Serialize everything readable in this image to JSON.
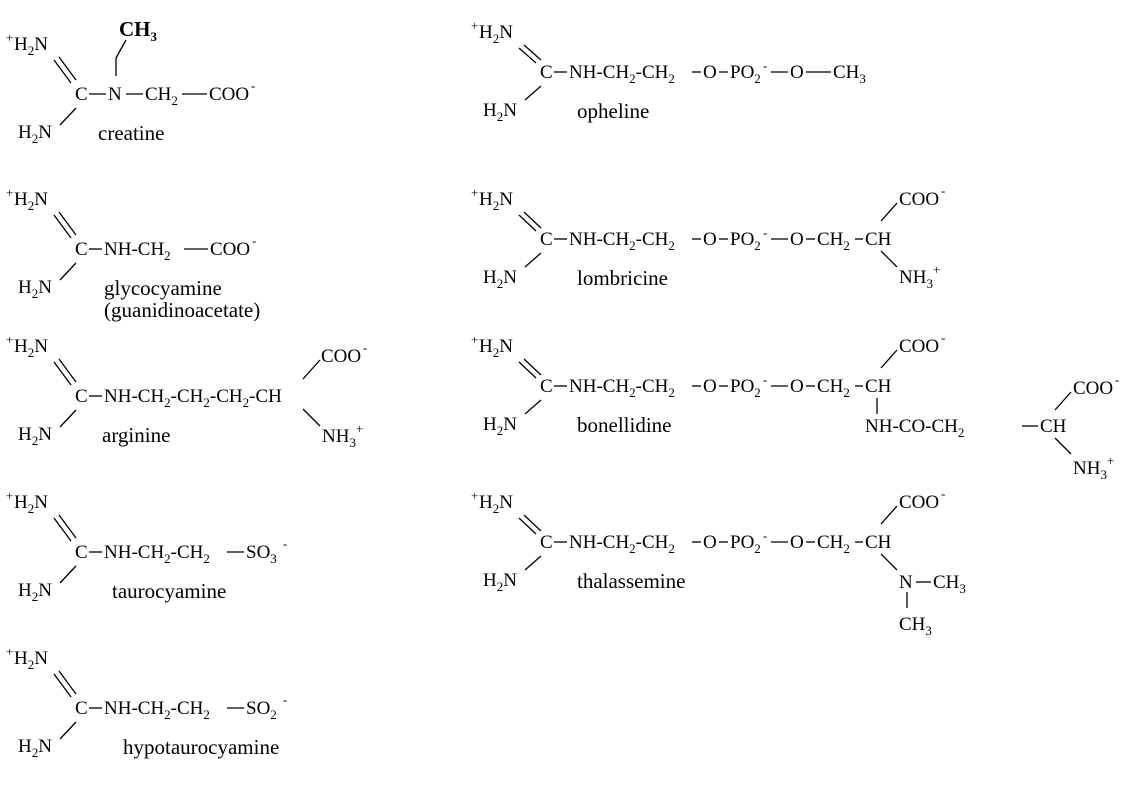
{
  "molecules": {
    "creatine": {
      "name": "creatine",
      "plus": "+",
      "top_amine": "H",
      "top_amine_sub": "2",
      "top_amine_tail": "N",
      "bottom_amine": "H",
      "bottom_amine_sub": "2",
      "bottom_amine_tail": "N",
      "carbon": "C",
      "n_atom": "N",
      "methyl": "CH",
      "methyl_sub": "3",
      "ch2": "CH",
      "ch2_sub": "2",
      "coo": "COO",
      "charge": "-"
    },
    "glycocyamine": {
      "name": "glycocyamine",
      "alt_name": "(guanidinoacetate)",
      "plus": "+",
      "top_amine": "H",
      "top_amine_sub": "2",
      "top_amine_tail": "N",
      "bottom_amine": "H",
      "bottom_amine_sub": "2",
      "bottom_amine_tail": "N",
      "carbon": "C",
      "chain_a": "NH-CH",
      "chain_a_sub": "2",
      "coo": "COO",
      "charge": "-"
    },
    "arginine": {
      "name": "arginine",
      "plus": "+",
      "top_amine": "H",
      "top_amine_sub": "2",
      "top_amine_tail": "N",
      "bottom_amine": "H",
      "bottom_amine_sub": "2",
      "bottom_amine_tail": "N",
      "carbon": "C",
      "chain_a": "NH-CH",
      "chain_sub": "2",
      "chain_b": "-CH",
      "chain_c": "-CH",
      "chain_d": "-CH",
      "coo": "COO",
      "charge": "-",
      "nh3": "NH",
      "nh3_sub": "3",
      "nh3_plus": "+"
    },
    "taurocyamine": {
      "name": "taurocyamine",
      "plus": "+",
      "top_amine": "H",
      "top_amine_sub": "2",
      "top_amine_tail": "N",
      "bottom_amine": "H",
      "bottom_amine_sub": "2",
      "bottom_amine_tail": "N",
      "carbon": "C",
      "chain_a": "NH-CH",
      "chain_sub": "2",
      "chain_b": "-CH",
      "so": "SO",
      "so_sub": "3",
      "charge": "-"
    },
    "hypotaurocyamine": {
      "name": "hypotaurocyamine",
      "plus": "+",
      "top_amine": "H",
      "top_amine_sub": "2",
      "top_amine_tail": "N",
      "bottom_amine": "H",
      "bottom_amine_sub": "2",
      "bottom_amine_tail": "N",
      "carbon": "C",
      "chain_a": "NH-CH",
      "chain_sub": "2",
      "chain_b": "-CH",
      "so": "SO",
      "so_sub": "2",
      "charge": "-"
    },
    "opheline": {
      "name": "opheline",
      "plus": "+",
      "top_amine": "H",
      "top_amine_sub": "2",
      "top_amine_tail": "N",
      "bottom_amine": "H",
      "bottom_amine_sub": "2",
      "bottom_amine_tail": "N",
      "carbon": "C",
      "chain_a": "NH-CH",
      "chain_sub": "2",
      "chain_b": "-CH",
      "o1": "O",
      "po": "PO",
      "po_sub": "2",
      "charge": "-",
      "o2": "O",
      "ch3": "CH",
      "ch3_sub": "3"
    },
    "lombricine": {
      "name": "lombricine",
      "plus": "+",
      "top_amine": "H",
      "top_amine_sub": "2",
      "top_amine_tail": "N",
      "bottom_amine": "H",
      "bottom_amine_sub": "2",
      "bottom_amine_tail": "N",
      "carbon": "C",
      "chain_a": "NH-CH",
      "chain_sub": "2",
      "chain_b": "-CH",
      "o1": "O",
      "po": "PO",
      "po_sub": "2",
      "charge": "-",
      "o2": "O",
      "ch2": "CH",
      "ch2_sub": "2",
      "ch": "CH",
      "coo": "COO",
      "nh3": "NH",
      "nh3_sub": "3",
      "nh3_plus": "+"
    },
    "bonellidine": {
      "name": "bonellidine",
      "plus": "+",
      "top_amine": "H",
      "top_amine_sub": "2",
      "top_amine_tail": "N",
      "bottom_amine": "H",
      "bottom_amine_sub": "2",
      "bottom_amine_tail": "N",
      "carbon": "C",
      "chain_a": "NH-CH",
      "chain_sub": "2",
      "chain_b": "-CH",
      "o1": "O",
      "po": "PO",
      "po_sub": "2",
      "charge": "-",
      "o2": "O",
      "ch2": "CH",
      "ch2_sub": "2",
      "ch": "CH",
      "coo": "COO",
      "nhco": "NH-CO-CH",
      "nhco_sub": "2",
      "ch_b": "CH",
      "coo_b": "COO",
      "nh3": "NH",
      "nh3_sub": "3",
      "nh3_plus": "+"
    },
    "thalassemine": {
      "name": "thalassemine",
      "plus": "+",
      "top_amine": "H",
      "top_amine_sub": "2",
      "top_amine_tail": "N",
      "bottom_amine": "H",
      "bottom_amine_sub": "2",
      "bottom_amine_tail": "N",
      "carbon": "C",
      "chain_a": "NH-CH",
      "chain_sub": "2",
      "chain_b": "-CH",
      "o1": "O",
      "po": "PO",
      "po_sub": "2",
      "charge": "-",
      "o2": "O",
      "ch2": "CH",
      "ch2_sub": "2",
      "ch": "CH",
      "coo": "COO",
      "n_atom": "N",
      "ch3": "CH",
      "ch3_sub": "3"
    }
  }
}
